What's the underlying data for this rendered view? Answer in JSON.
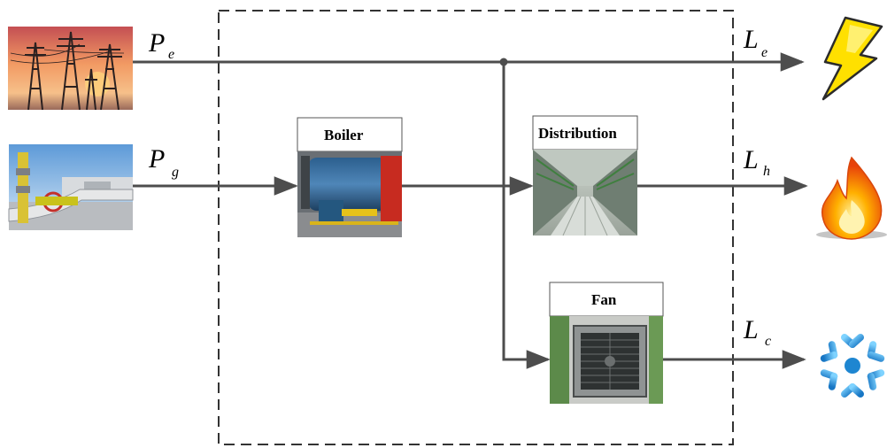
{
  "inputs": {
    "electricity": {
      "symbol": "P",
      "subscript": "e",
      "image": "power-transmission-towers"
    },
    "gas": {
      "symbol": "P",
      "subscript": "g",
      "image": "gas-pipeline-station"
    }
  },
  "components": {
    "boiler": {
      "label": "Boiler"
    },
    "distribution": {
      "label": "Distribution"
    },
    "fan": {
      "label": "Fan"
    }
  },
  "outputs": {
    "electric_load": {
      "symbol": "L",
      "subscript": "e",
      "icon": "lightning-bolt-icon"
    },
    "heat_load": {
      "symbol": "L",
      "subscript": "h",
      "icon": "flame-icon"
    },
    "cooling_load": {
      "symbol": "L",
      "subscript": "c",
      "icon": "snowflake-icon"
    }
  },
  "colors": {
    "line": "#4d4d4d",
    "boundary": "#333333",
    "bolt": "#ffe000",
    "flame": "#ff7a00",
    "snowflake": "#2aa7e6"
  }
}
